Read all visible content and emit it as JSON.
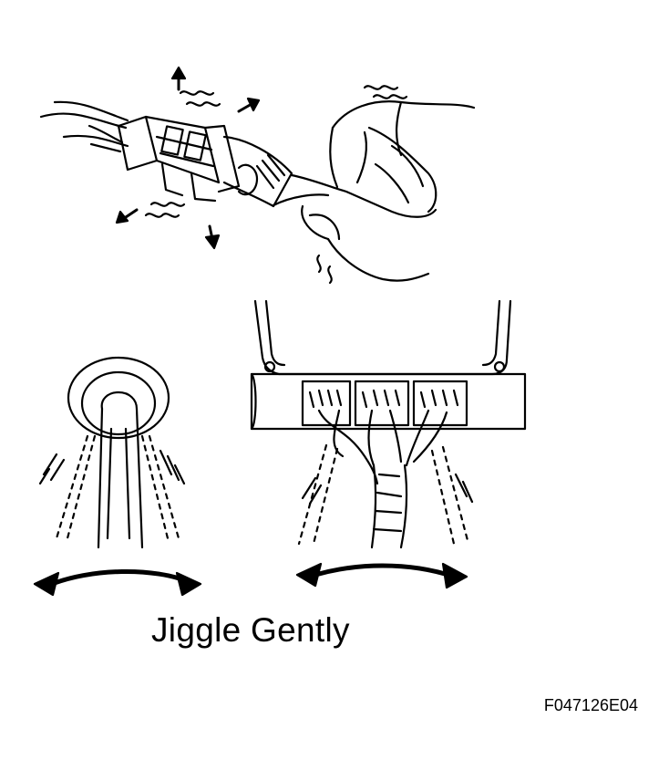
{
  "caption": "Jiggle Gently",
  "figure_id": "F047126E04",
  "colors": {
    "ink": "#000000",
    "paper": "#ffffff"
  },
  "illustrations": [
    {
      "name": "connector-wiggle-illustration",
      "icons": [
        "hand-icon",
        "connector-icon",
        "wiggle-arrow-icon"
      ]
    },
    {
      "name": "grommet-wire-illustration",
      "icons": [
        "grommet-icon",
        "wire-harness-icon",
        "double-arrow-icon"
      ]
    },
    {
      "name": "ecu-connector-illustration",
      "icons": [
        "ecu-box-icon",
        "connector-pins-icon",
        "double-arrow-icon"
      ]
    }
  ]
}
